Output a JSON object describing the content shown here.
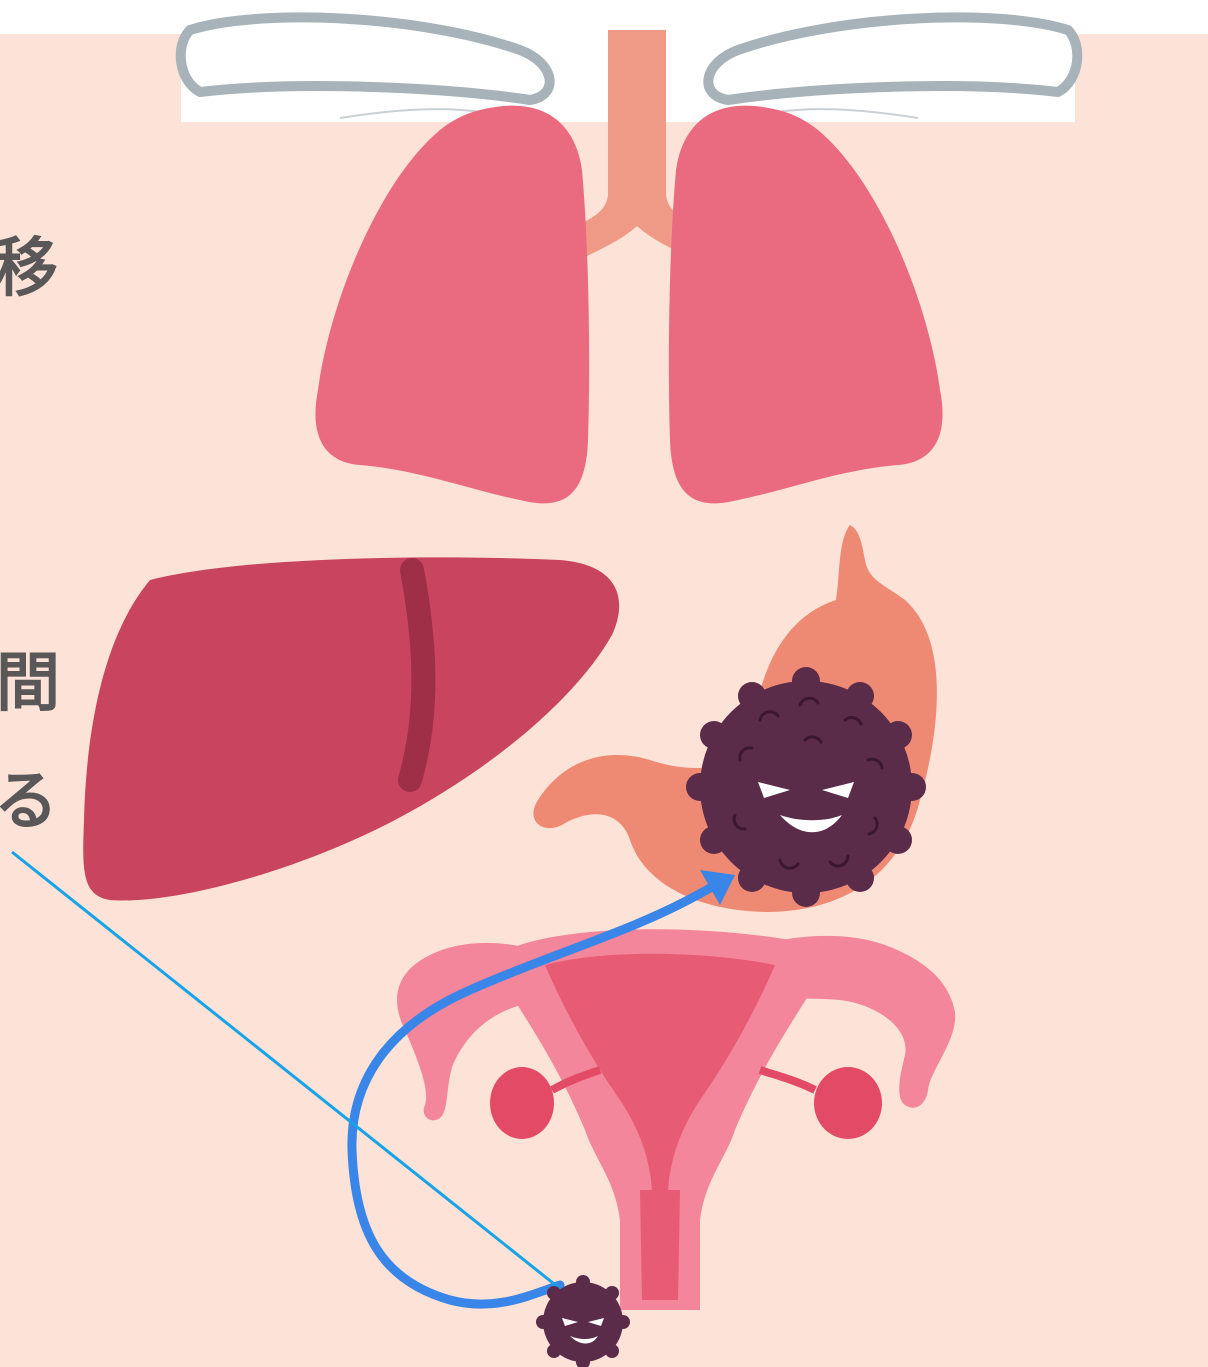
{
  "side_text": {
    "line1": "移",
    "line2": "間",
    "line3": "る"
  },
  "colors": {
    "background": "#fde2d7",
    "clavicle_fill": "#ffffff",
    "clavicle_stroke": "#a7b3b9",
    "trachea": "#ef9a86",
    "lung": "#ea6b80",
    "liver": "#c9445f",
    "liver_line": "#9e2f47",
    "stomach": "#ee8a74",
    "stomach_dark": "#e77863",
    "uterus_outer": "#f3869a",
    "uterus_inner": "#e85b74",
    "ovary": "#e34a66",
    "tumor": "#5a2c4a",
    "tumor_dark": "#3b1730",
    "arrow": "#3a86e8",
    "leader_line": "#17a3e8",
    "text": "#595757"
  },
  "icons": [
    "clavicle-icon",
    "trachea-icon",
    "lung-icon",
    "liver-icon",
    "stomach-icon",
    "uterus-icon",
    "cancer-cell-icon",
    "metastasis-arrow"
  ]
}
